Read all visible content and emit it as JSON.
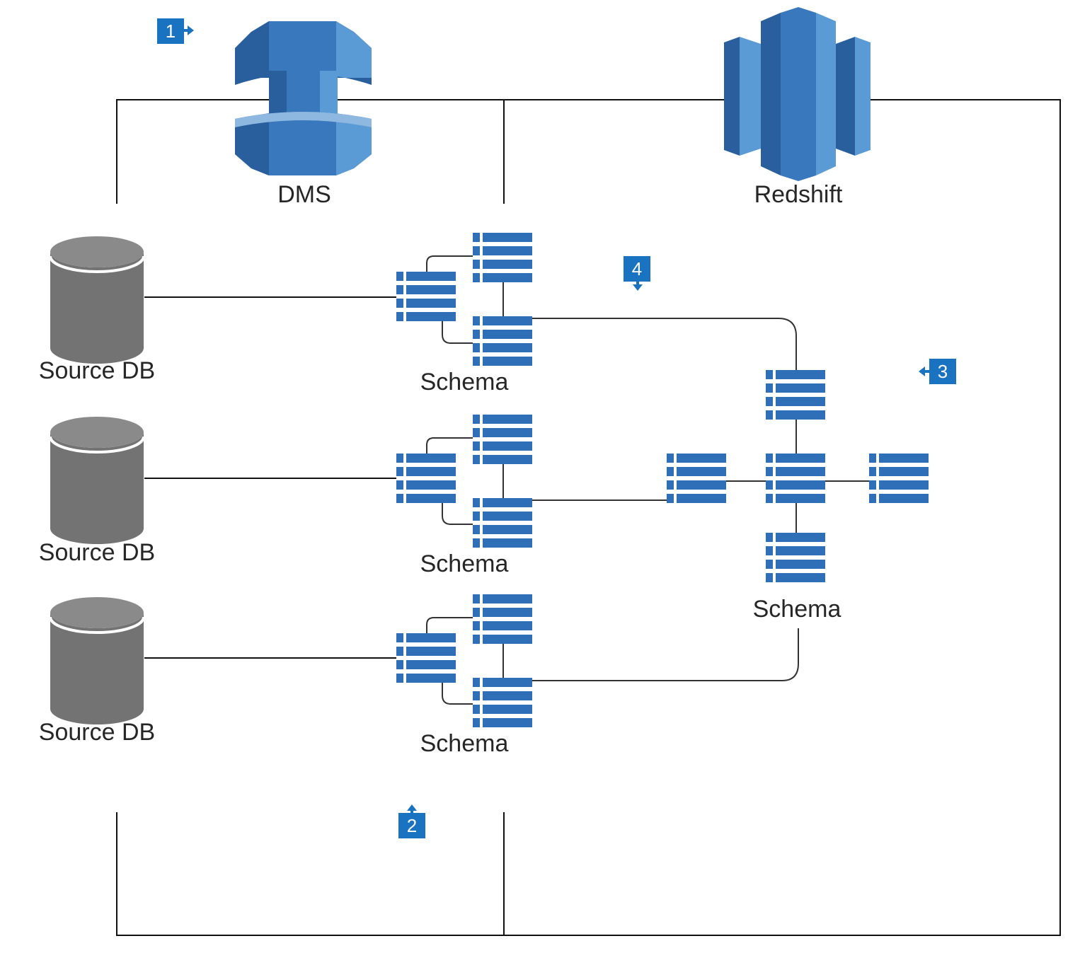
{
  "services": {
    "dms": {
      "label": "DMS",
      "icon": "dms-icon"
    },
    "redshift": {
      "label": "Redshift",
      "icon": "redshift-icon"
    }
  },
  "sources": [
    {
      "label": "Source DB"
    },
    {
      "label": "Source DB"
    },
    {
      "label": "Source DB"
    }
  ],
  "schemas": [
    {
      "label": "Schema"
    },
    {
      "label": "Schema"
    },
    {
      "label": "Schema"
    },
    {
      "label": "Schema"
    }
  ],
  "badges": [
    {
      "number": "1",
      "arrow": "right"
    },
    {
      "number": "2",
      "arrow": "up"
    },
    {
      "number": "3",
      "arrow": "left"
    },
    {
      "number": "4",
      "arrow": "down"
    }
  ],
  "colors": {
    "aws_blue_light": "#5a9bd5",
    "aws_blue": "#3a78bd",
    "aws_blue_dark": "#2a5f9e",
    "db_gray": "#7a7a7a",
    "badge_blue": "#1a73c0",
    "line": "#111111"
  }
}
